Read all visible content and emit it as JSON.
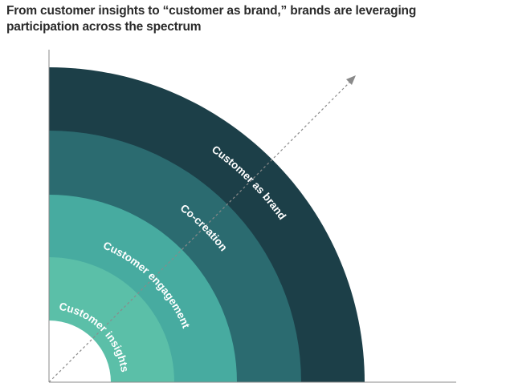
{
  "headline": {
    "line1": "From customer insights to “customer as brand,” brands are leveraging",
    "line2": "participation across the spectrum"
  },
  "bands": [
    {
      "label": "Customer insights",
      "color": "#5bbfa8"
    },
    {
      "label": "Customer engagement",
      "color": "#47aba0"
    },
    {
      "label": "Co-creation",
      "color": "#2b6b70"
    },
    {
      "label": "Customer as brand",
      "color": "#1c3f48"
    }
  ],
  "colors": {
    "axis": "#8a8a8a",
    "arrow": "#8a8a8a",
    "text": "#2b2b2b",
    "band_text": "#ffffff"
  }
}
